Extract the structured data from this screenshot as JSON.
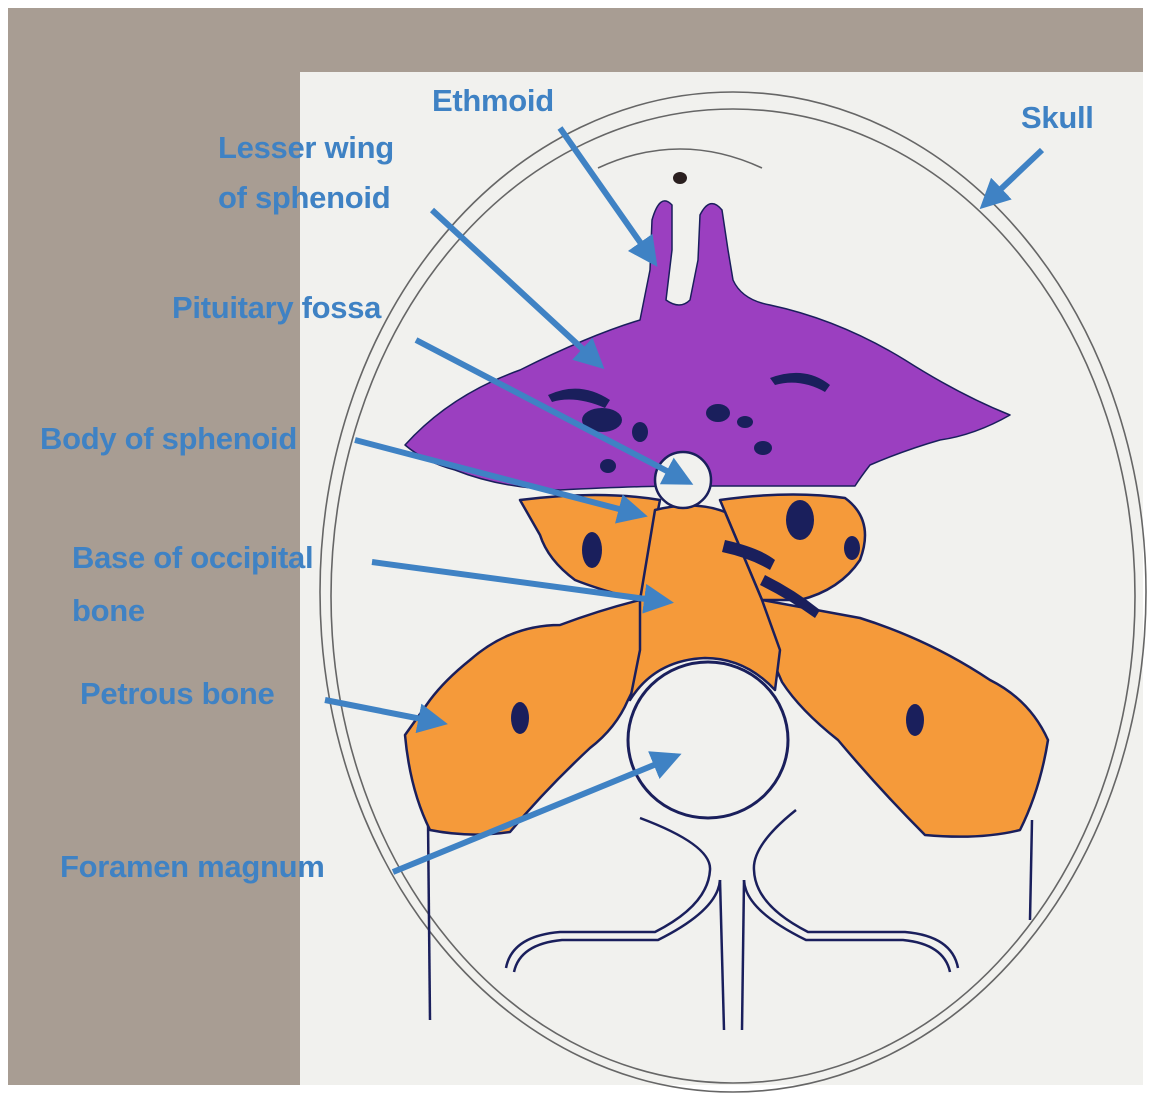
{
  "colors": {
    "background": "#a89d93",
    "paper": "#f1f1ee",
    "label": "#3f82c4",
    "arrow": "#3f82c4",
    "sphenoid": "#9b3fc0",
    "occipital_petrous": "#f59a3a",
    "outline": "#1a1f5c",
    "pencil": "#666666"
  },
  "labels": {
    "ethmoid": "Ethmoid",
    "skull": "Skull",
    "lesser_wing_line1": "Lesser wing",
    "lesser_wing_line2": "of sphenoid",
    "pituitary_fossa": "Pituitary fossa",
    "body_of_sphenoid": "Body of sphenoid",
    "base_occipital_line1": "Base of occipital",
    "base_occipital_line2": "bone",
    "petrous_bone": "Petrous bone",
    "foramen_magnum": "Foramen magnum"
  }
}
